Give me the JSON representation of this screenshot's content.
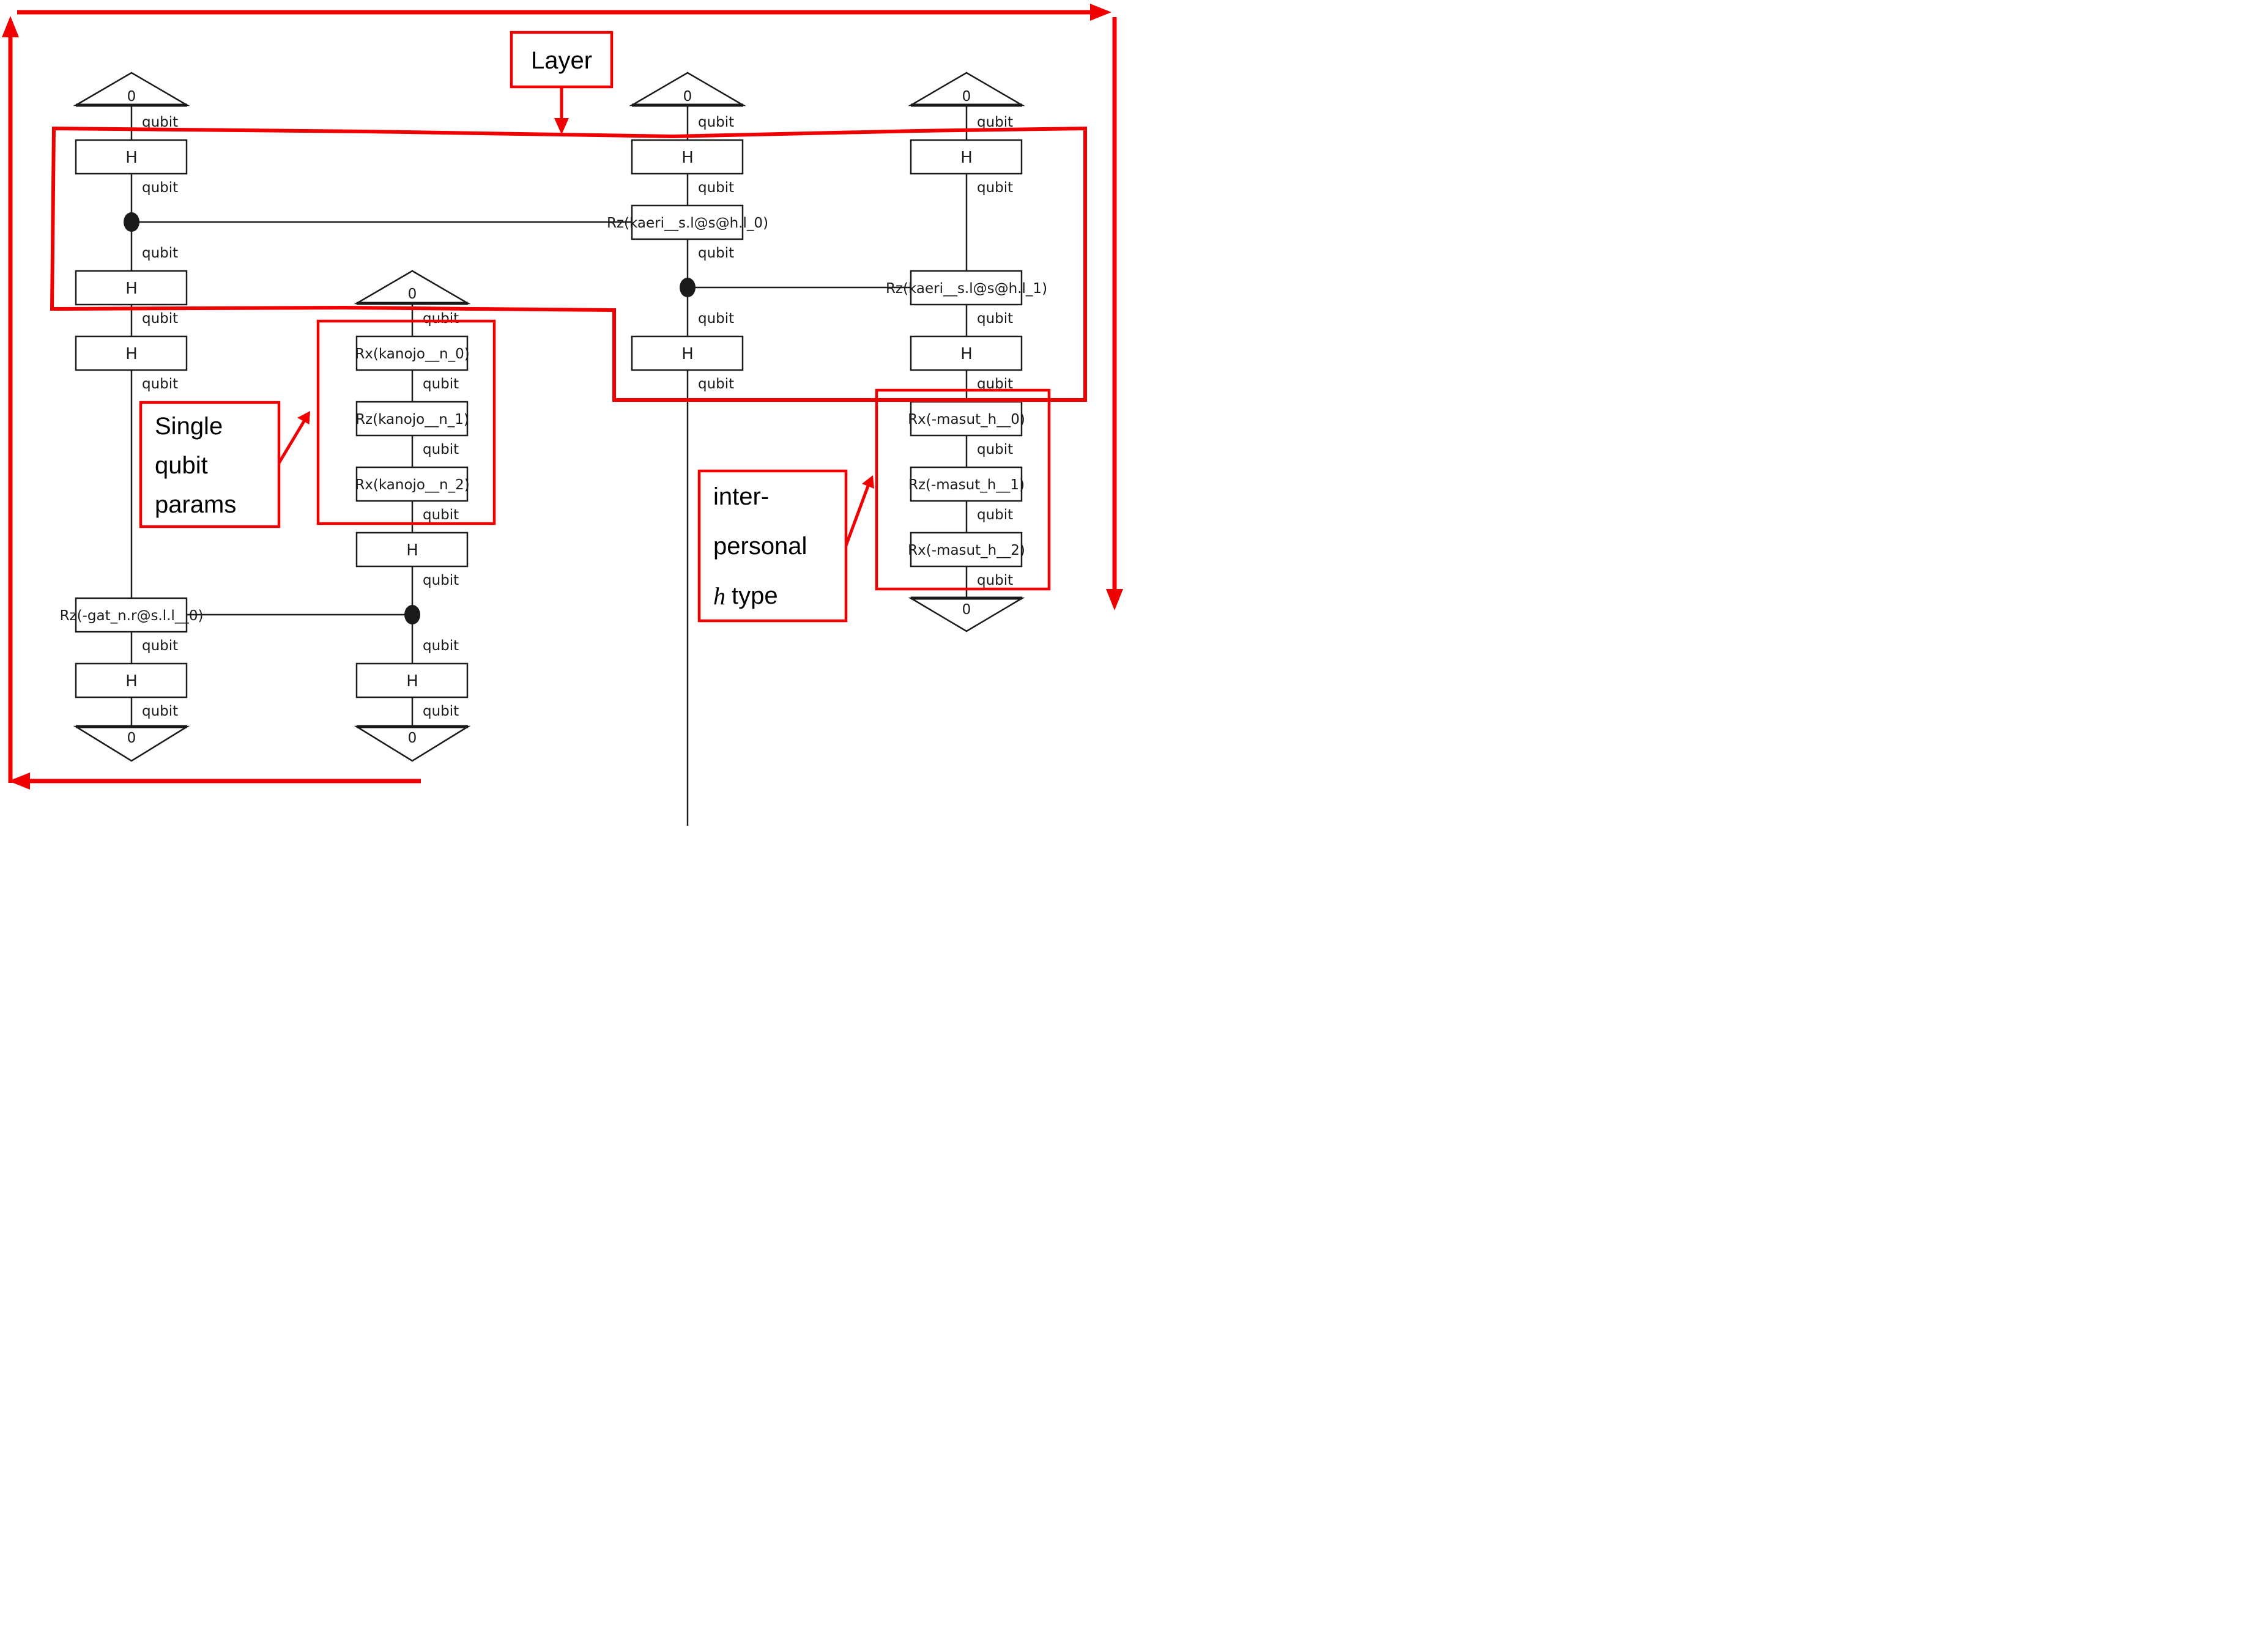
{
  "figure": {
    "kind": "annotated quantum circuit diagram",
    "background": "#ffffff"
  },
  "colors": {
    "annotation_red": "#f00000",
    "circuit_black": "#1a1a1a"
  },
  "circuit": {
    "wire_label": "qubit",
    "init_state": "0",
    "measure_state": "0",
    "gate_h": "H",
    "gate_rz_kaeri_0": "Rz(kaeri__s.l@s@h.l_0)",
    "gate_rz_kaeri_1": "Rz(kaeri__s.l@s@h.l_1)",
    "gate_rx_kanojo_0": "Rx(kanojo__n_0)",
    "gate_rz_kanojo_1": "Rz(kanojo__n_1)",
    "gate_rx_kanojo_2": "Rx(kanojo__n_2)",
    "gate_rz_gat": "Rz(-gat_n.r@s.l.l__0)",
    "gate_rx_masut_0": "Rx(-masut_h__0)",
    "gate_rz_masut_1": "Rz(-masut_h__1)",
    "gate_rx_masut_2": "Rx(-masut_h__2)"
  },
  "annotations": {
    "layer_label": "Layer",
    "single_qubit_params": {
      "line1": "Single",
      "line2": "qubit",
      "line3": "params"
    },
    "interpersonal": {
      "line1": "inter-",
      "line2": "personal",
      "line3_italic": "h",
      "line3_rest": "type"
    }
  }
}
